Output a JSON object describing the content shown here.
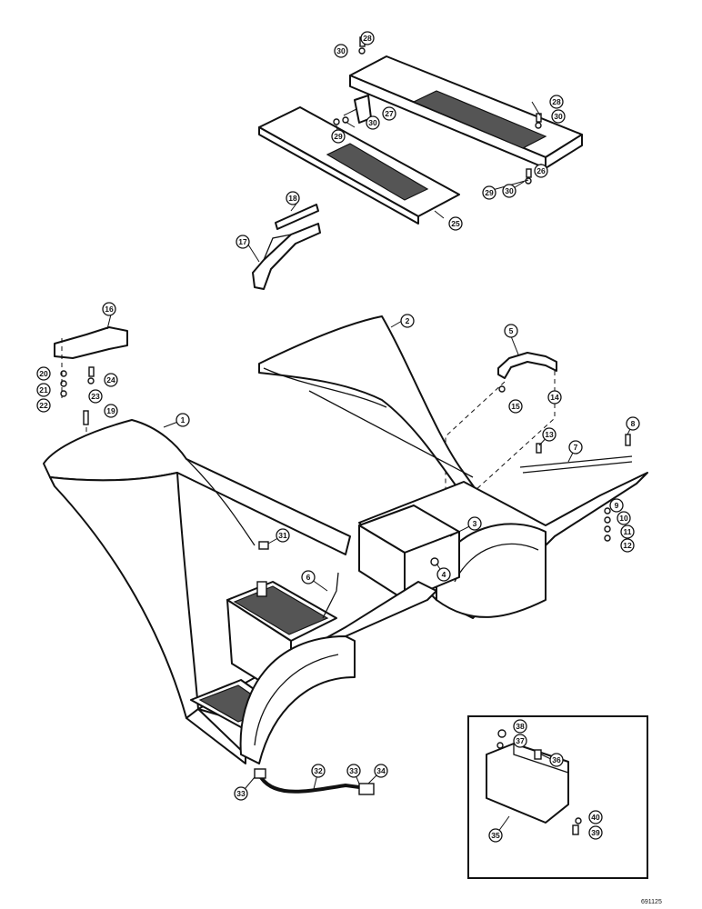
{
  "callouts": {
    "c1": "1",
    "c2": "2",
    "c3": "3",
    "c4": "4",
    "c5": "5",
    "c6": "6",
    "c7": "7",
    "c8": "8",
    "c9": "9",
    "c10": "10",
    "c11": "11",
    "c12": "12",
    "c13": "13",
    "c14": "14",
    "c15": "15",
    "c16": "16",
    "c17": "17",
    "c18": "18",
    "c19": "19",
    "c20": "20",
    "c21": "21",
    "c22": "22",
    "c23": "23",
    "c24": "24",
    "c25": "25",
    "c26": "26",
    "c27": "27",
    "c28": "28",
    "c29": "29",
    "c30": "30",
    "c31": "31",
    "c32": "32",
    "c33": "33",
    "c34": "34",
    "c35": "35",
    "c36": "36",
    "c37": "37",
    "c38": "38",
    "c39": "39",
    "c40": "40"
  },
  "drawing_code": "691125"
}
